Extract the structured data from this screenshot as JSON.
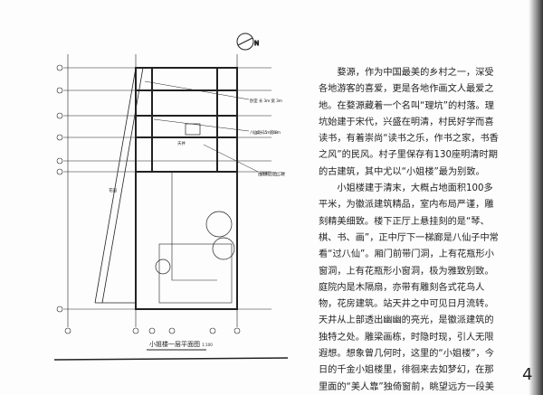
{
  "plan": {
    "title": "小姐楼一层平面图",
    "scale": "1:100",
    "compass": "N",
    "labels": [
      "卧室 长 3m 宽 3m",
      "八仙桌 长 1.5m 宽 0.8m",
      "由此楼梯上可直上二楼",
      "花园",
      "天井"
    ]
  },
  "text": {
    "paragraphs": [
      "婺源，作为中国最美的乡村之一，深受各地游客的喜爱，更是各地作画文人最爱之地。在婺源藏着一个名叫“理坑”的村落。理坑始建于宋代，兴盛在明清，村民好学而喜读书，有着崇尚“读书之乐，作书之家，书香之风”的民风。村子里保存有130座明清时期的古建筑，其中尤以“小姐楼”最为别致。",
      "小姐楼建于清末，大概占地面积100多平米，为徽派建筑精品，室内布局严谨，雕刻精美细致。楼下正厅上悬挂刻的是“琴、棋、书、画”，正中厅下一梯廊是八仙子中常看“过八仙”。厢门前带门洞，上有花瓶形小窗洞，上有花瓶形小窗洞，极为雅致别致。庭院内是木隔扇，亦带有雕刻各式花鸟人物，花房建筑。站天井之中可见日月流转。天井从上部透出幽幽的亮光，是徽派建筑的独特之处。雕梁画栋，时隐时现，引人无限遐想。想象曾几何时，这里的“小姐楼”，今日的千金小姐楼里，徘徊来去如梦幻，在那里面的“美人靠”独倚窗前，眺望远方一段美满生活。"
    ],
    "page_number": "4"
  }
}
